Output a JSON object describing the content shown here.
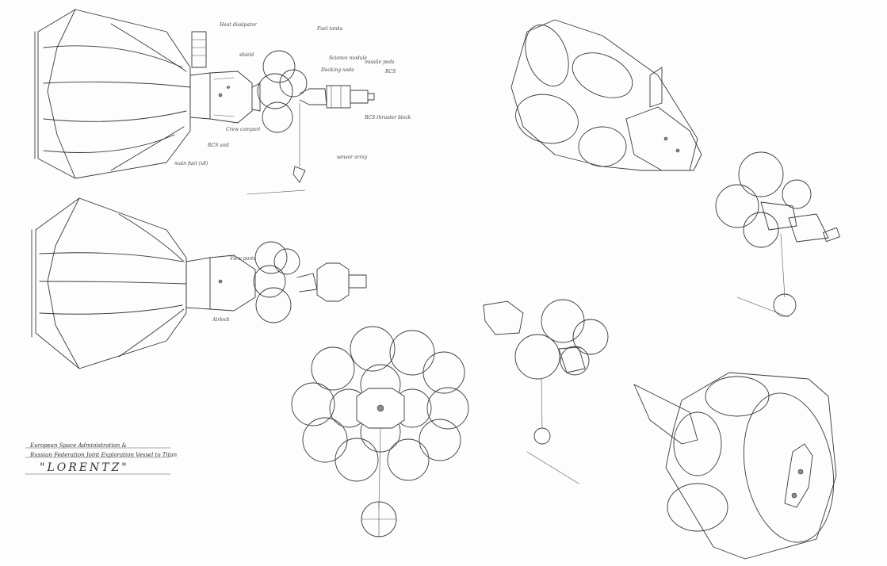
{
  "labels": {
    "heat_dissipator": "Heat dissipator",
    "fuel_tanks": "Fuel tanks",
    "shield": "shield",
    "science_module": "Science module",
    "docking_node": "Docking node",
    "missile_pods": "missile pods",
    "rcs": "RCS",
    "crew_compart": "Crew compart",
    "rcs_unit": "RCS unit",
    "rcs_thruster_block": "RCS thruster block",
    "main_fuel": "main fuel (x8)",
    "sensor_array": "sensor array",
    "view_ports": "View ports",
    "airlock": "Airlock"
  },
  "title_block": {
    "line1": "European Space Administration &",
    "line2": "Russian Federation Joint Exploration Vessel to Titan",
    "name": "\"LORENTZ\""
  }
}
